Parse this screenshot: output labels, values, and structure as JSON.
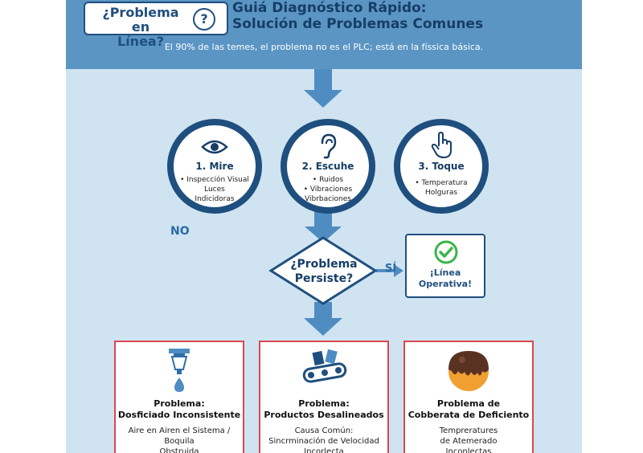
{
  "header": {
    "badge_line1": "¿Problema en",
    "badge_line2": "Línea?",
    "badge_icon": "question-circle-icon",
    "title_line1": "Guiá Diagnóstico Rápido:",
    "title_line2": "Solución de Problemas Comunes",
    "subtitle": "El 90% de las temes, el problema no es el PLC; está en la físsica básica."
  },
  "steps": [
    {
      "icon": "eye-icon",
      "title": "1. Mire",
      "items": [
        "• Inspección Visual",
        "Luces",
        "Indicidoras"
      ]
    },
    {
      "icon": "ear-icon",
      "title": "2. Escuhe",
      "items": [
        "• Ruidos",
        "• Vibraciones",
        "Vibrbaciones"
      ]
    },
    {
      "icon": "hand-pointer-icon",
      "title": "3. Toque",
      "items": [
        "• Temperatura",
        "Holguras"
      ]
    }
  ],
  "decision": {
    "line1": "¿Problema",
    "line2": "Persiste?",
    "no_label": "NO",
    "yes_label": "SÍ",
    "ok_line1": "¡Línea",
    "ok_line2": "Operativa!"
  },
  "problems": [
    {
      "icon": "nozzle-drip-icon",
      "title_line1": "Problema:",
      "title_line2": "Dosficiado Inconsistente",
      "lines": [
        "Aire en Airen el Sistema /",
        "Boquila",
        "Obstruida"
      ]
    },
    {
      "icon": "conveyor-icon",
      "title_line1": "Problema:",
      "title_line2": "Productos Desalineados",
      "lines": [
        "Causa Común:",
        "Sincrminación de Velocidad",
        "Incorlecta"
      ]
    },
    {
      "icon": "chocolate-coated-icon",
      "title_line1": "Problema de",
      "title_line2": "Cobberata de Deficiento",
      "lines": [
        "Tempreratures",
        "de Atemerado",
        "Inconlectas"
      ]
    }
  ],
  "colors": {
    "header_bg": "#5b95c4",
    "page_bg": "#cfe3f1",
    "dark_blue": "#1f4f7e",
    "arrow_blue": "#4f8cc2",
    "card_border": "#d9494f",
    "check_green": "#3bb54a"
  }
}
